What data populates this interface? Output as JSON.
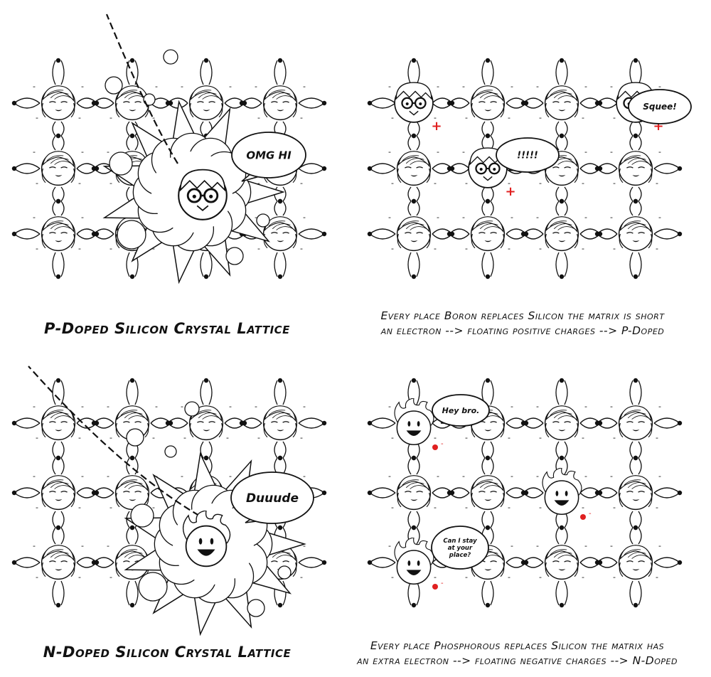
{
  "panels": [
    {
      "id": "p-doped-collision",
      "caption_lines": [
        "P-Doped Silicon Crystal Lattice"
      ],
      "bubbles": [
        {
          "text": "OMG HI"
        }
      ]
    },
    {
      "id": "p-doped-result",
      "caption_lines": [
        "Every place Boron replaces Silicon the matrix is short",
        "an electron --> floating positive charges --> P-Doped"
      ],
      "bubbles": [
        {
          "text": "Squee!"
        },
        {
          "text": "!!!!!"
        }
      ],
      "charge_symbol": "+"
    },
    {
      "id": "n-doped-collision",
      "caption_lines": [
        "N-Doped Silicon Crystal Lattice"
      ],
      "bubbles": [
        {
          "text": "Duuude"
        }
      ]
    },
    {
      "id": "n-doped-result",
      "caption_lines": [
        "Every place Phosphorous replaces Silicon the matrix has",
        "an extra electron --> floating negative charges --> N-Doped"
      ],
      "bubbles": [
        {
          "text": "Hey bro."
        },
        {
          "text": "Can I stay at your place?"
        }
      ],
      "charge_symbol": "-"
    }
  ],
  "lattice_electron_symbol": "-",
  "colors": {
    "ink": "#111111",
    "positive_charge": "#e02020",
    "negative_charge": "#e02020",
    "background": "#ffffff"
  }
}
